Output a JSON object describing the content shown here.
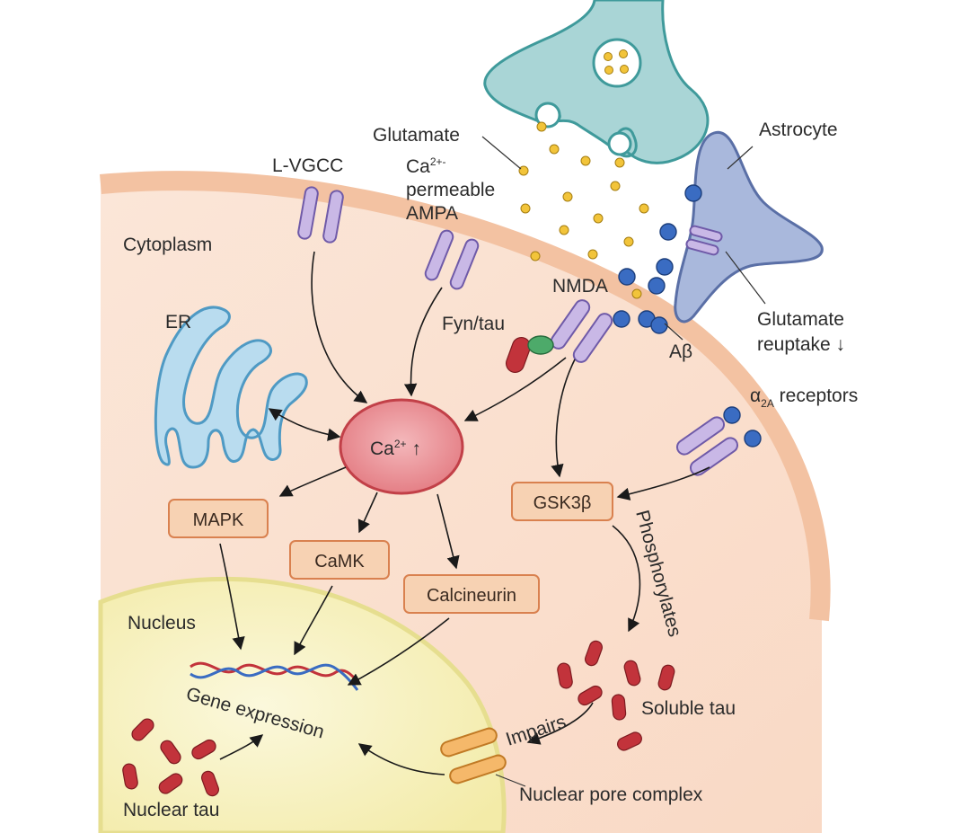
{
  "labels": {
    "cytoplasm": "Cytoplasm",
    "l_vgcc": "L-VGCC",
    "glutamate": "Glutamate",
    "ca_ampa_line1": "Ca",
    "ca_ampa_sup": "2+-",
    "ca_ampa_line2": "permeable",
    "ca_ampa_line3": "AMPA",
    "astrocyte": "Astrocyte",
    "nmda": "NMDA",
    "er": "ER",
    "fyn_tau": "Fyn/tau",
    "glutamate_reuptake_line1": "Glutamate",
    "glutamate_reuptake_line2": "reuptake ↓",
    "abeta": "Aβ",
    "alpha_prefix": "α",
    "alpha_sub": "2A",
    "alpha_suffix": " receptors",
    "calcium_main": "Ca",
    "calcium_sup": "2+",
    "calcium_arrow": " ↑",
    "mapk": "MAPK",
    "gsk3b": "GSK3β",
    "camk": "CaMK",
    "calcineurin": "Calcineurin",
    "phosphorylates": "Phosphorylates",
    "nucleus": "Nucleus",
    "gene_expression": "Gene expression",
    "soluble_tau": "Soluble tau",
    "impairs": "Impairs",
    "nuclear_pore_complex": "Nuclear pore complex",
    "nuclear_tau": "Nuclear tau"
  },
  "colors": {
    "cell_fill": "#fbe3d3",
    "membrane": "#f3c2a2",
    "nucleus_fill": "#f7f2c6",
    "nucleus_edge": "#e6de8f",
    "neuron_fill": "#a9d5d6",
    "neuron_edge": "#3f9a9b",
    "astro_fill": "#a9b8dc",
    "astro_edge": "#5a6fa6",
    "er_fill": "#b9dcef",
    "er_edge": "#4f9ac4",
    "calcium_fill": "#e88a8f",
    "calcium_edge": "#c24048",
    "channel": "#c9b8e6",
    "enzyme": "#f7d2b3",
    "tau": "#c2333b",
    "glutamate_dot": "#f2c43a",
    "abeta_dot": "#3a6cc2"
  }
}
